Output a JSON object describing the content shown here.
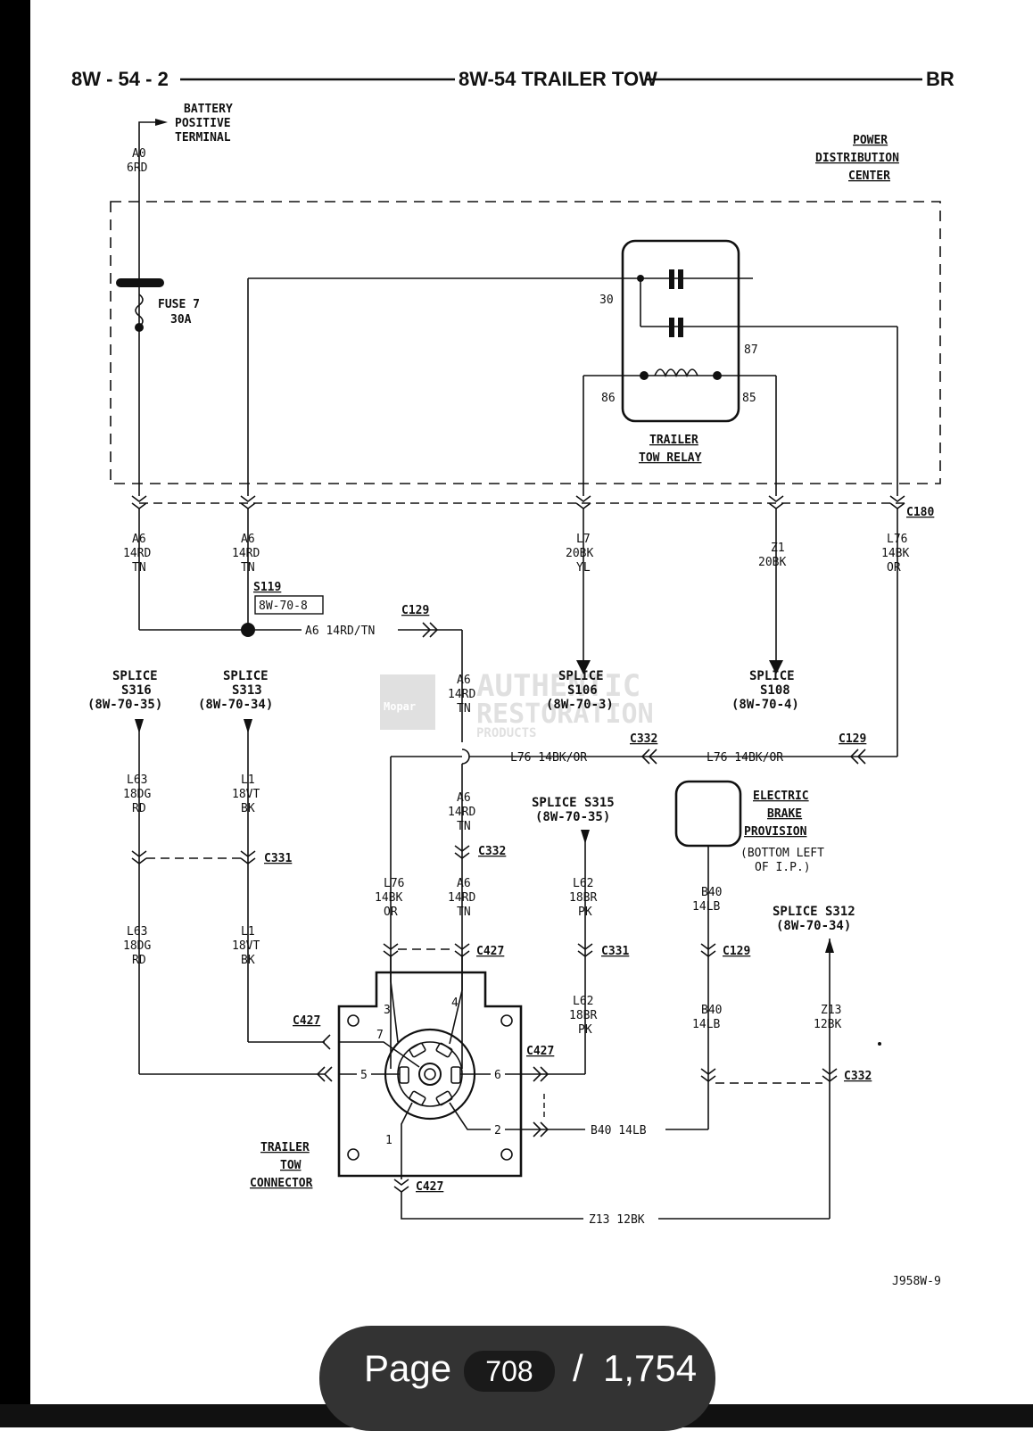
{
  "header": {
    "left": "8W - 54 - 2",
    "title": "8W-54 TRAILER TOW",
    "right": "BR"
  },
  "battery": {
    "line1": "BATTERY",
    "line2": "POSITIVE",
    "line3": "TERMINAL",
    "wire1": "A0",
    "wire2": "6RD"
  },
  "pdc": {
    "line1": "POWER",
    "line2": "DISTRIBUTION",
    "line3": "CENTER"
  },
  "fuse": {
    "line1": "FUSE 7",
    "line2": "30A"
  },
  "relay": {
    "line1": "TRAILER",
    "line2": "TOW RELAY",
    "pin30": "30",
    "pin87": "87",
    "pin86": "86",
    "pin85": "85"
  },
  "c180": "C180",
  "wires": {
    "a6a": [
      "A6",
      "14RD",
      "TN"
    ],
    "a6b": [
      "A6",
      "14RD",
      "TN"
    ],
    "l7": [
      "L7",
      "20BK",
      "YL"
    ],
    "z1": [
      "Z1",
      "20BK"
    ],
    "l76": [
      "L76",
      "14BK",
      "OR"
    ],
    "a6_horiz": "A6 14RD/TN",
    "a6c": [
      "A6",
      "14RD",
      "TN"
    ],
    "a6d": [
      "A6",
      "14RD",
      "TN"
    ],
    "a6e": [
      "A6",
      "14RD",
      "TN"
    ],
    "l76_mid": "L76 14BK/OR",
    "l76_right": "L76 14BK/OR",
    "l63a": [
      "L63",
      "18DG",
      "RD"
    ],
    "l1a": [
      "L1",
      "18VT",
      "BK"
    ],
    "l63b": [
      "L63",
      "18DG",
      "RD"
    ],
    "l1b": [
      "L1",
      "18VT",
      "BK"
    ],
    "l76b": [
      "L76",
      "14BK",
      "OR"
    ],
    "l62a": [
      "L62",
      "18BR",
      "PK"
    ],
    "l62b": [
      "L62",
      "18BR",
      "PK"
    ],
    "b40a": [
      "B40",
      "14LB"
    ],
    "b40b": [
      "B40",
      "14LB"
    ],
    "z13": [
      "Z13",
      "12BK"
    ],
    "b40_horiz": "B40 14LB",
    "z13_horiz": "Z13 12BK"
  },
  "splice_s119": {
    "name": "S119",
    "ref": "8W-70-8"
  },
  "connectors": {
    "c129": "C129",
    "c332": "C332",
    "c331": "C331",
    "c427": "C427"
  },
  "splices": {
    "s316": {
      "line1": "SPLICE",
      "line2": "S316",
      "line3": "(8W-70-35)"
    },
    "s313": {
      "line1": "SPLICE",
      "line2": "S313",
      "line3": "(8W-70-34)"
    },
    "s106": {
      "line1": "SPLICE",
      "line2": "S106",
      "line3": "(8W-70-3)"
    },
    "s108": {
      "line1": "SPLICE",
      "line2": "S108",
      "line3": "(8W-70-4)"
    },
    "s315": {
      "line1": "SPLICE S315",
      "line2": "(8W-70-35)"
    },
    "s312": {
      "line1": "SPLICE S312",
      "line2": "(8W-70-34)"
    }
  },
  "brake": {
    "line1": "ELECTRIC",
    "line2": "BRAKE",
    "line3": "PROVISION",
    "line4": "(BOTTOM LEFT",
    "line5": "OF I.P.)"
  },
  "connector": {
    "line1": "TRAILER",
    "line2": "TOW",
    "line3": "CONNECTOR",
    "pins": [
      "1",
      "2",
      "3",
      "4",
      "5",
      "6",
      "7"
    ]
  },
  "figure_id": "J958W-9",
  "watermark": {
    "brand": "Mopar",
    "line1": "AUTHENTIC",
    "line2": "RESTORATION",
    "line3": "PRODUCTS"
  },
  "pager": {
    "label": "Page",
    "current": "708",
    "separator": "/",
    "total": "1,754"
  }
}
